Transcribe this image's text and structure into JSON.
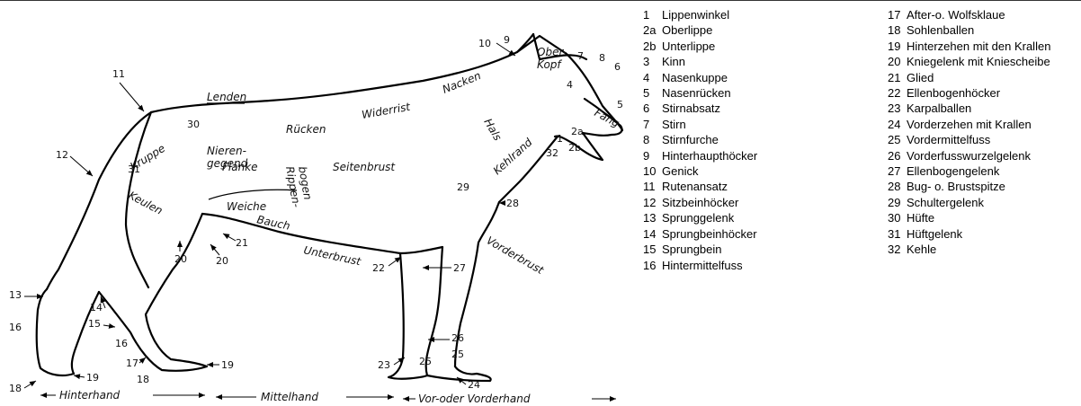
{
  "region_labels": {
    "lenden": "Lenden",
    "ruecken": "Rücken",
    "widerrist": "Widerrist",
    "nacken": "Nacken",
    "oberkopf_1": "Ober-",
    "oberkopf_2": "Kopf",
    "fang": "Fang",
    "hals": "Hals",
    "kehlrand": "Kehlrand",
    "kruppe": "Kruppe",
    "nierengegend_1": "Nieren-",
    "nierengegend_2": "gegend",
    "flanke": "Flanke",
    "rippenbogen_1": "Rippen-",
    "rippenbogen_2": "bogen",
    "seitenbrust": "Seitenbrust",
    "keulen": "Keulen",
    "weiche": "Weiche",
    "bauch": "Bauch",
    "unterbrust": "Unterbrust",
    "vorderbrust": "Vorderbrust",
    "hinterhand": "Hinterhand",
    "mittelhand": "Mittelhand",
    "vorderhand": "Vor-oder Vorderhand"
  },
  "diagram_numbers": {
    "n1": "1",
    "n2a": "2a",
    "n2b": "2b",
    "n4": "4",
    "n5": "5",
    "n6": "6",
    "n7": "7",
    "n8": "8",
    "n9": "9",
    "n10": "10",
    "n11": "11",
    "n12": "12",
    "n13": "13",
    "n14": "14",
    "n15": "15",
    "n16a": "16",
    "n16b": "16",
    "n17": "17",
    "n18a": "18",
    "n18b": "18",
    "n19a": "19",
    "n19b": "19",
    "n20a": "20",
    "n20b": "20",
    "n21": "21",
    "n22": "22",
    "n23": "23",
    "n24": "24",
    "n25a": "25",
    "n25b": "25",
    "n26": "26",
    "n27": "27",
    "n28": "28",
    "n29": "29",
    "n30": "30",
    "n31": "31",
    "n32": "32"
  },
  "legend_left": [
    {
      "num": "1",
      "text": "Lippenwinkel"
    },
    {
      "num": "2a",
      "text": "Oberlippe"
    },
    {
      "num": "2b",
      "text": "Unterlippe"
    },
    {
      "num": "3",
      "text": "Kinn"
    },
    {
      "num": "4",
      "text": "Nasenkuppe"
    },
    {
      "num": "5",
      "text": "Nasenrücken"
    },
    {
      "num": "6",
      "text": "Stirnabsatz"
    },
    {
      "num": "7",
      "text": "Stirn"
    },
    {
      "num": "8",
      "text": "Stirnfurche"
    },
    {
      "num": "9",
      "text": "Hinterhaupthöcker"
    },
    {
      "num": "10",
      "text": "Genick"
    },
    {
      "num": "11",
      "text": "Rutenansatz"
    },
    {
      "num": "12",
      "text": "Sitzbeinhöcker"
    },
    {
      "num": "13",
      "text": "Sprunggelenk"
    },
    {
      "num": "14",
      "text": "Sprungbeinhöcker"
    },
    {
      "num": "15",
      "text": "Sprungbein"
    },
    {
      "num": "16",
      "text": "Hintermittelfuss"
    }
  ],
  "legend_right": [
    {
      "num": "17",
      "text": "After-o. Wolfsklaue"
    },
    {
      "num": "18",
      "text": "Sohlenballen"
    },
    {
      "num": "19",
      "text": "Hinterzehen mit den Krallen"
    },
    {
      "num": "20",
      "text": "Kniegelenk mit Kniescheibe"
    },
    {
      "num": "21",
      "text": "Glied"
    },
    {
      "num": "22",
      "text": "Ellenbogenhöcker"
    },
    {
      "num": "23",
      "text": "Karpalballen"
    },
    {
      "num": "24",
      "text": "Vorderzehen mit Krallen"
    },
    {
      "num": "25",
      "text": "Vordermittelfuss"
    },
    {
      "num": "26",
      "text": "Vorderfusswurzelgelenk"
    },
    {
      "num": "27",
      "text": "Ellenbogengelenk"
    },
    {
      "num": "28",
      "text": "Bug- o. Brustspitze"
    },
    {
      "num": "29",
      "text": "Schultergelenk"
    },
    {
      "num": "30",
      "text": "Hüfte"
    },
    {
      "num": "31",
      "text": "Hüftgelenk"
    },
    {
      "num": "32",
      "text": "Kehle"
    }
  ]
}
